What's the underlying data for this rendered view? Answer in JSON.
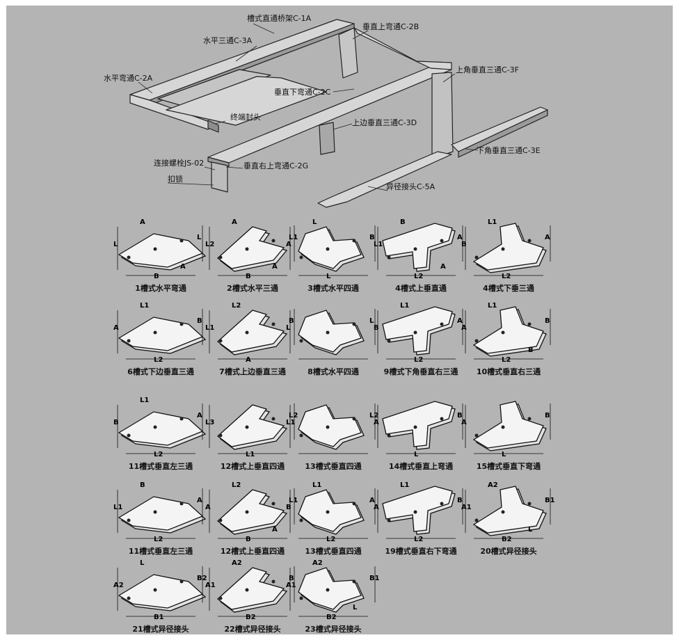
{
  "assembly_labels": [
    "槽式直通桥架C-1A",
    "垂直上弯通C-2B",
    "水平三通C-3A",
    "上角垂直三通C-3F",
    "水平弯通C-2A",
    "垂直下弯通C-2C",
    "终端封头",
    "上边垂直三通C-3D",
    "下角垂直三通C-3E",
    "连接螺栓JS-02",
    "垂直右上弯通C-2G",
    "扣锁",
    "异径接头C-5A"
  ],
  "figures": [
    {
      "caption": "1槽式水平弯通",
      "dims": [
        "L",
        "L",
        "B",
        "A",
        "A"
      ]
    },
    {
      "caption": "2槽式水平三通",
      "dims": [
        "L2",
        "L1",
        "B",
        "A",
        "A"
      ]
    },
    {
      "caption": "3槽式水平四通",
      "dims": [
        "A",
        "B",
        "L",
        "L"
      ]
    },
    {
      "caption": "4槽式上垂直通",
      "dims": [
        "L1",
        "A",
        "L2",
        "B",
        "A"
      ]
    },
    {
      "caption": "4槽式下垂三通",
      "dims": [
        "B",
        "A",
        "L2",
        "L1"
      ]
    },
    {
      "caption": "6槽式下边垂直三通",
      "dims": [
        "A",
        "B",
        "L2",
        "L1"
      ]
    },
    {
      "caption": "7槽式上边垂直三通",
      "dims": [
        "L1",
        "B",
        "A",
        "L2"
      ]
    },
    {
      "caption": "8槽式水平四通",
      "dims": [
        "L",
        "L"
      ]
    },
    {
      "caption": "9槽式下角垂直右三通",
      "dims": [
        "B",
        "A",
        "L2",
        "L1"
      ]
    },
    {
      "caption": "10槽式垂直右三通",
      "dims": [
        "A",
        "B",
        "L2",
        "L1",
        "B"
      ]
    },
    {
      "caption": "11槽式垂直左三通",
      "dims": [
        "B",
        "A",
        "L2",
        "L1"
      ]
    },
    {
      "caption": "12槽式上垂直四通",
      "dims": [
        "L3",
        "L2",
        "L1"
      ]
    },
    {
      "caption": "13槽式垂直四通",
      "dims": [
        "L1",
        "L2"
      ]
    },
    {
      "caption": "14槽式垂直上弯通",
      "dims": [
        "A",
        "B",
        "L"
      ]
    },
    {
      "caption": "15槽式垂直下弯通",
      "dims": [
        "A",
        "B",
        "L"
      ]
    },
    {
      "caption": "11槽式垂直左三通",
      "dims": [
        "L1",
        "A",
        "L2",
        "B"
      ]
    },
    {
      "caption": "12槽式上垂直四通",
      "dims": [
        "A",
        "L1",
        "B",
        "L2",
        "A"
      ]
    },
    {
      "caption": "13槽式垂直四通",
      "dims": [
        "B",
        "A",
        "L2",
        "L1"
      ]
    },
    {
      "caption": "19槽式垂直右下弯通",
      "dims": [
        "A",
        "B",
        "L2",
        "L1"
      ]
    },
    {
      "caption": "20槽式异径接头",
      "dims": [
        "A1",
        "B1",
        "B2",
        "A2",
        "L"
      ]
    },
    {
      "caption": "21槽式异径接头",
      "dims": [
        "A2",
        "B2",
        "B1",
        "L"
      ]
    },
    {
      "caption": "22槽式异径接头",
      "dims": [
        "A1",
        "B",
        "B2",
        "A2"
      ]
    },
    {
      "caption": "23槽式异径接头",
      "dims": [
        "A1",
        "B1",
        "B2",
        "A2",
        "L"
      ]
    }
  ]
}
